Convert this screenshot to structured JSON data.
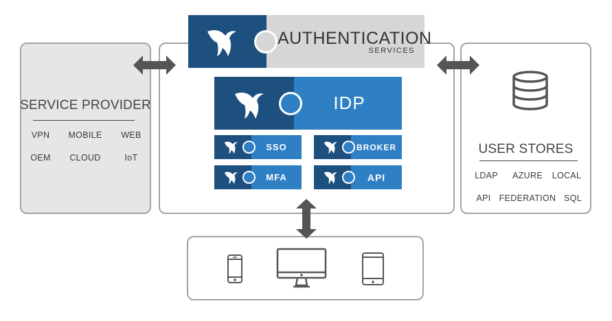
{
  "colors": {
    "dark_blue": "#1d4f7f",
    "mid_blue": "#2e7fc4",
    "gray_panel": "#e6e6e6",
    "auth_gray": "#d6d6d6",
    "border": "#a3a3a3",
    "arrow": "#555555"
  },
  "auth": {
    "title": "AUTHENTICATION",
    "subtitle": "SERVICES",
    "icon": "bird-logo-icon"
  },
  "idp": {
    "label": "IDP",
    "icon": "bird-logo-icon"
  },
  "modules": [
    {
      "label": "SSO",
      "icon": "bird-logo-icon"
    },
    {
      "label": "BROKER",
      "icon": "bird-logo-icon"
    },
    {
      "label": "MFA",
      "icon": "bird-logo-icon"
    },
    {
      "label": "API",
      "icon": "bird-logo-icon"
    }
  ],
  "service_provider": {
    "title": "SERVICE PROVIDER",
    "items": [
      "VPN",
      "MOBILE",
      "WEB",
      "OEM",
      "CLOUD",
      "IoT"
    ]
  },
  "user_stores": {
    "title": "USER STORES",
    "icon": "database-icon",
    "items": [
      "LDAP",
      "AZURE",
      "LOCAL",
      "API",
      "FEDERATION",
      "SQL"
    ]
  },
  "devices": {
    "icons": [
      "smartphone-icon",
      "monitor-icon",
      "tablet-icon"
    ]
  }
}
